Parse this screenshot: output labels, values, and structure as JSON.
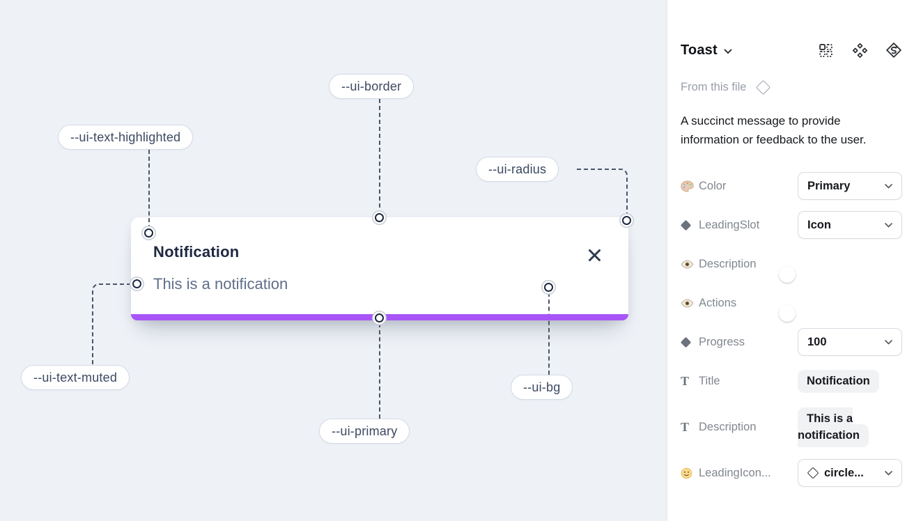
{
  "canvas": {
    "toast": {
      "title": "Notification",
      "description": "This is a notification"
    },
    "labels": [
      {
        "id": "ui-border",
        "text": "--ui-border"
      },
      {
        "id": "ui-text-highlighted",
        "text": "--ui-text-highlighted"
      },
      {
        "id": "ui-radius",
        "text": "--ui-radius"
      },
      {
        "id": "ui-text-muted",
        "text": "--ui-text-muted"
      },
      {
        "id": "ui-primary",
        "text": "--ui-primary"
      },
      {
        "id": "ui-bg",
        "text": "--ui-bg"
      }
    ],
    "colors": {
      "primary_bar": "#a855f7",
      "canvas_bg": "#eef1f6",
      "dashed_line": "#4a5568"
    }
  },
  "panel": {
    "title": "Toast",
    "source_label": "From this file",
    "description": "A succinct message to provide information or feedback to the user.",
    "header_icons": [
      "instance-grid-icon",
      "component-diamonds-icon",
      "swap-diamond-icon"
    ],
    "accent_toggle": "#2196f3",
    "properties": [
      {
        "icon": "palette-icon",
        "label": "Color",
        "control": "select",
        "value": "Primary"
      },
      {
        "icon": "diamond-icon",
        "label": "LeadingSlot",
        "control": "select",
        "value": "Icon"
      },
      {
        "icon": "eye-icon",
        "label": "Description",
        "control": "toggle",
        "value": "on"
      },
      {
        "icon": "eye-icon",
        "label": "Actions",
        "control": "toggle",
        "value": "on"
      },
      {
        "icon": "diamond-icon",
        "label": "Progress",
        "control": "select",
        "value": "100"
      },
      {
        "icon": "text-icon",
        "label": "Title",
        "control": "field",
        "value": "Notification"
      },
      {
        "icon": "text-icon",
        "label": "Description",
        "control": "field",
        "value": "This is a notification"
      },
      {
        "icon": "smiley-icon",
        "label": "LeadingIcon...",
        "control": "select-icon",
        "value": "circle..."
      }
    ]
  }
}
